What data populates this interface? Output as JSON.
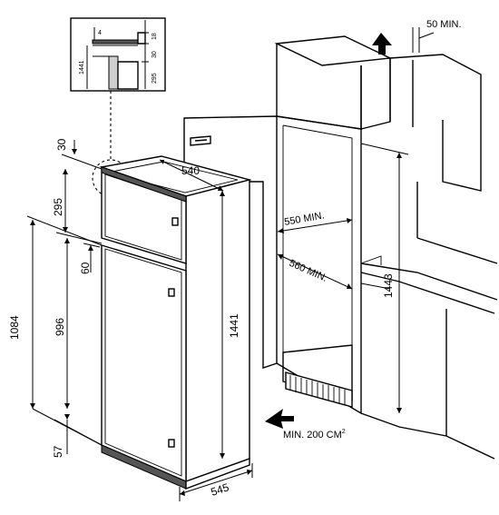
{
  "inset": {
    "dim_4": "4",
    "dim_18": "18",
    "dim_30": "30",
    "dim_295": "295",
    "dim_1441": "1441"
  },
  "dimensions": {
    "top_gap": "30",
    "top_section": "295",
    "depth": "540",
    "vent_gap": "60",
    "total_height": "1084",
    "lower_height": "996",
    "appliance_height": "1441",
    "bottom_gap": "57",
    "width": "545",
    "niche_width_min": "550 MIN.",
    "niche_depth_min": "560 MIN.",
    "niche_height": "1443",
    "top_clearance_min": "50 MIN.",
    "vent_area_min": "MIN. 200 CM",
    "vent_area_sup": "2"
  }
}
